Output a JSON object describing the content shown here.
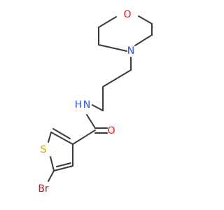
{
  "molecule": {
    "atoms": {
      "oxygen_ring": {
        "symbol": "O",
        "color": "#ff0d0d"
      },
      "nitrogen_ring": {
        "symbol": "N",
        "color": "#3050f8"
      },
      "nitrogen_amide": {
        "symbol": "N",
        "color": "#3050f8"
      },
      "hydrogen_amide": {
        "symbol": "H",
        "color": "#3050f8"
      },
      "oxygen_carbonyl": {
        "symbol": "O",
        "color": "#ff0d0d"
      },
      "sulfur": {
        "symbol": "S",
        "color": "#c8a800"
      },
      "bromine": {
        "symbol": "Br",
        "color": "#a62929"
      }
    },
    "bond_color": "#3a3a3a"
  }
}
